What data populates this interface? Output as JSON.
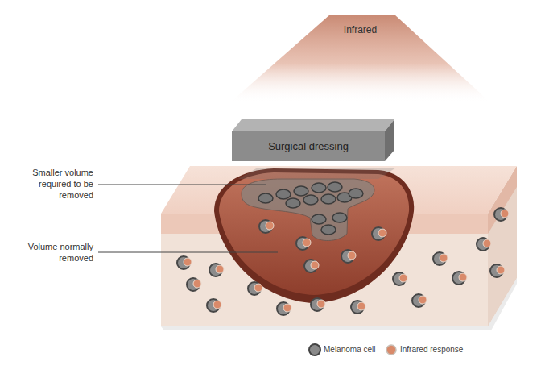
{
  "diagram": {
    "nodes": [
      {
        "text": [
          "Infrared"
        ]
      },
      {
        "text": [
          "Surgical dressing"
        ]
      }
    ],
    "labels": [
      "Smaller volume required to be removed",
      "Volume normally removed"
    ],
    "legend": [
      {
        "text": "Melanoma cell"
      },
      {
        "text": "Infrared response"
      }
    ]
  }
}
